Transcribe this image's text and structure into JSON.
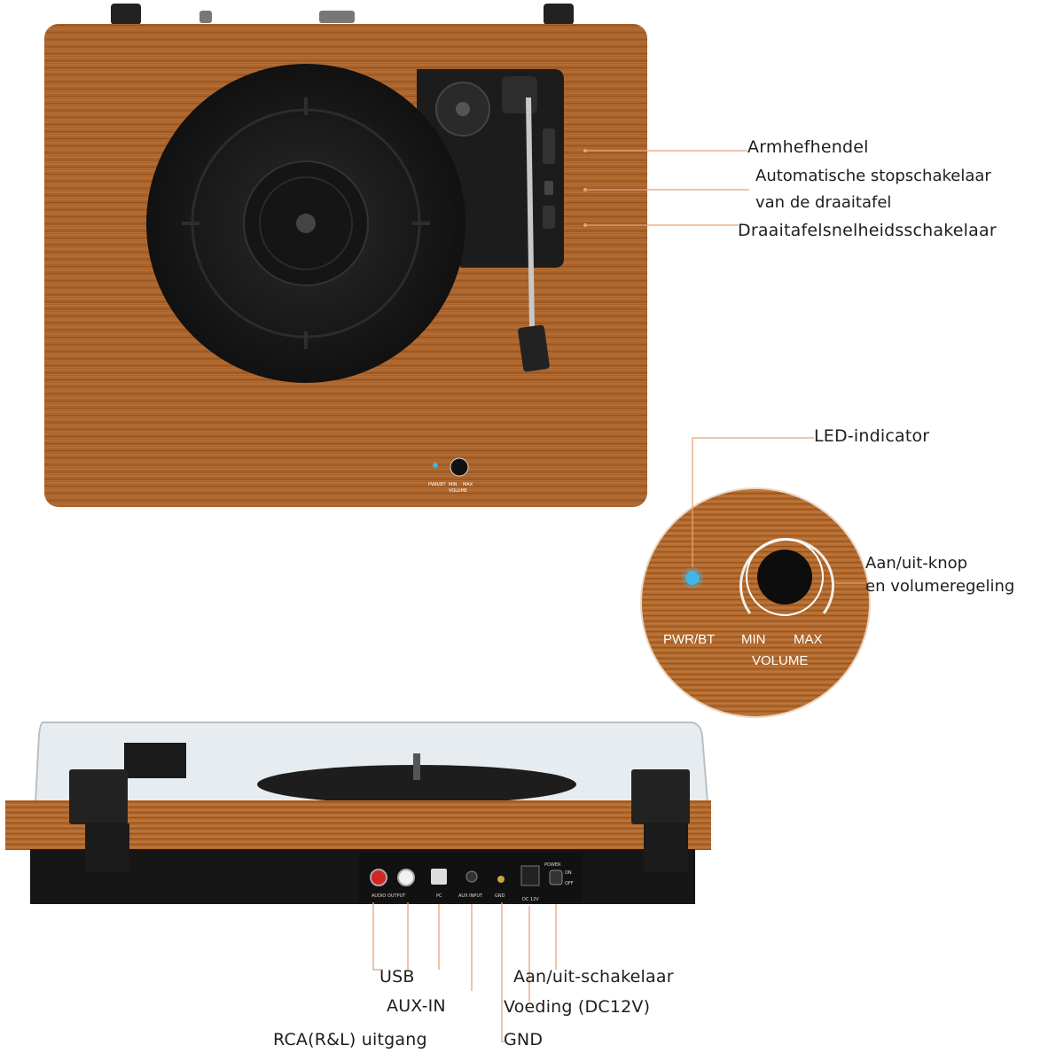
{
  "top_callouts": {
    "arm_lift": "Armhefhendel",
    "auto_stop_line1": "Automatische stopschakelaar",
    "auto_stop_line2": "van de draaitafel",
    "speed_switch": "Draaitafelsnelheidsschakelaar"
  },
  "panel_small": {
    "pwr": "PWR/BT",
    "min": "MIN",
    "max": "MAX",
    "volume": "VOLUME"
  },
  "zoom": {
    "led_callout": "LED-indicator",
    "knob_line1": "Aan/uit-knop",
    "knob_line2": "en volumeregeling",
    "pwr": "PWR/BT",
    "min": "MIN",
    "max": "MAX",
    "volume": "VOLUME"
  },
  "rear_panel": {
    "audio_output": "AUDIO OUTPUT",
    "pc": "PC",
    "aux_input": "AUX INPUT",
    "gnd": "GND",
    "dc": "DC 12V",
    "power": "POWER",
    "on": "ON",
    "off": "OFF"
  },
  "bottom_callouts": {
    "usb": "USB",
    "aux_in": "AUX-IN",
    "rca": "RCA(R&L) uitgang",
    "power_switch": "Aan/uit-schakelaar",
    "dc": "Voeding (DC12V)",
    "gnd": "GND"
  },
  "colors": {
    "wood": "#a8642a",
    "callout_line": "#e8a277",
    "led": "#3fb6e6"
  }
}
